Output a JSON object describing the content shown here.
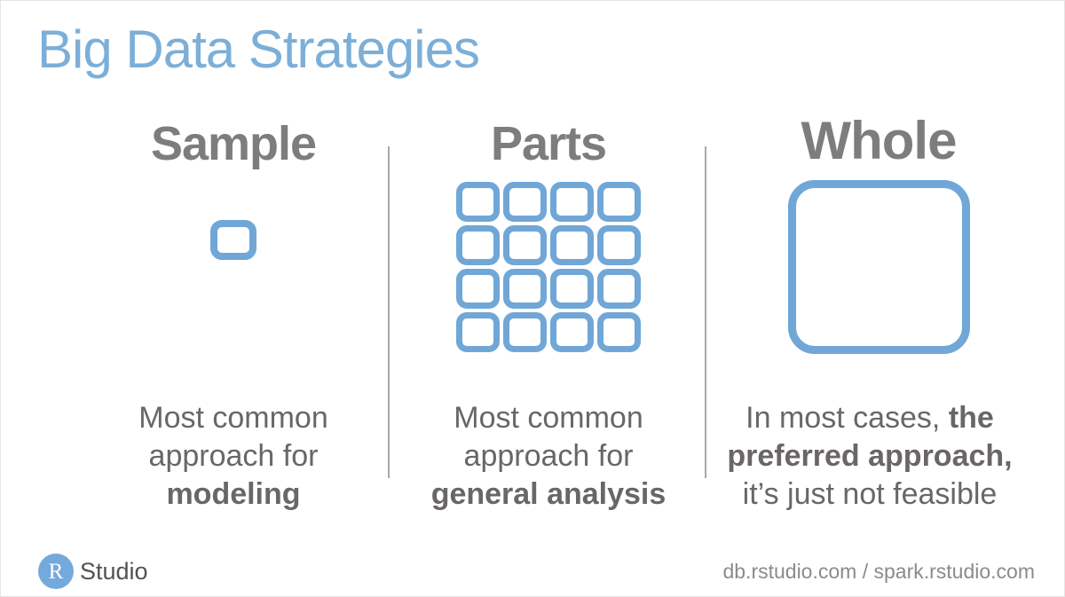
{
  "title": "Big Data Strategies",
  "colors": {
    "title_blue": "#7cafd8",
    "shape_blue": "#70a7d7",
    "header_gray": "#7d7d7d",
    "body_gray": "#6a6667",
    "divider_gray": "#a9a9a9",
    "logo_blue": "#74aadb",
    "studio_gray": "#525254",
    "links_gray": "#8b8b8b"
  },
  "columns": [
    {
      "header": "Sample",
      "graphic": "single-small-square",
      "desc": {
        "line1": "Most common",
        "line2": "approach for",
        "line3_bold": "modeling"
      }
    },
    {
      "header": "Parts",
      "graphic": "grid-of-squares",
      "grid": {
        "rows": 4,
        "cols": 4
      },
      "desc": {
        "line1": "Most common",
        "line2": "approach for",
        "line3_bold": "general analysis"
      }
    },
    {
      "header": "Whole",
      "graphic": "single-large-square",
      "desc": {
        "line1_pre": "In most cases, ",
        "line1_bold": "the",
        "line2_bold": "preferred approach,",
        "line3": "it’s just not feasible"
      }
    }
  ],
  "footer": {
    "logo_r": "R",
    "logo_text": "Studio",
    "links": "db.rstudio.com / spark.rstudio.com"
  }
}
